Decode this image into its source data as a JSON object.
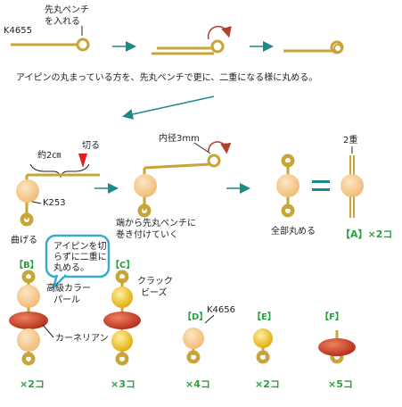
{
  "row1": {
    "part_code": "K4655",
    "plier_note_1": "先丸ペンチ",
    "plier_note_2": "を入れる",
    "instruction": "アイピンの丸まっている方を、先丸ペンチで更に、二重になる様に丸める。"
  },
  "row2": {
    "length_label": "約2㎝",
    "cut_label": "切る",
    "bead_code": "K253",
    "bend_label": "曲げる",
    "inner_diameter_label": "内径3mm",
    "wrap_note_1": "端から先丸ペンチに",
    "wrap_note_2": "巻き付けていく",
    "round_all_label": "全部丸める",
    "double_label": "2重",
    "result_label": "【A】×2コ"
  },
  "bubble": {
    "line1": "アイピンを切",
    "line2": "らずに二重に",
    "line3": "丸める。"
  },
  "variants": {
    "b_label": "【B】",
    "b_pearl_1": "高級カラー",
    "b_pearl_2": "パール",
    "b_carnelian": "カーネリアン",
    "b_count": "×2コ",
    "c_label": "【C】",
    "c_crack_1": "クラック",
    "c_crack_2": "ビーズ",
    "c_count": "×3コ",
    "d_label": "【D】",
    "d_code": "K4656",
    "d_count": "×4コ",
    "e_label": "【E】",
    "e_count": "×2コ",
    "f_label": "【F】",
    "f_count": "×5コ"
  },
  "colors": {
    "arrow_teal": "#1a8a8a",
    "accent_green": "#2aa040",
    "pin_gold": "#c9a437",
    "pearl": "#f5c790",
    "carnelian": "#c9442a",
    "crack_yellow": "#f0c020",
    "cut_red": "#e02020",
    "bubble_border": "#3aaad0"
  }
}
